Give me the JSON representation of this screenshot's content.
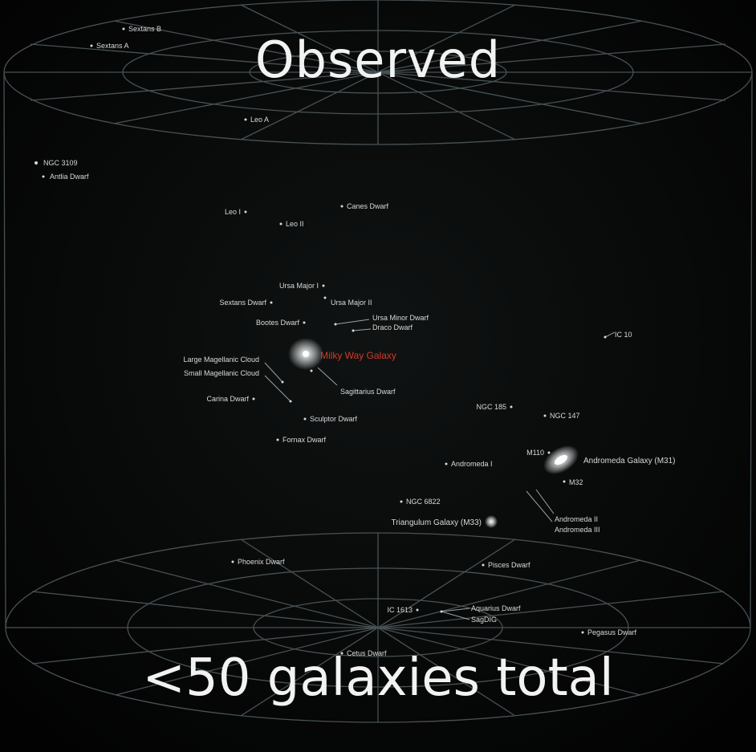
{
  "title": "Observed",
  "footer": "<50 galaxies total",
  "colors": {
    "background": "#030303",
    "grid": "#4f5a5e",
    "label": "#d9d9d9",
    "highlight": "#d23a2a"
  },
  "galaxies": [
    {
      "id": "sextans-b",
      "name": "Sextans B"
    },
    {
      "id": "sextans-a",
      "name": "Sextans A"
    },
    {
      "id": "leo-a",
      "name": "Leo A"
    },
    {
      "id": "ngc-3109",
      "name": "NGC 3109"
    },
    {
      "id": "antlia-dwarf",
      "name": "Antlia Dwarf"
    },
    {
      "id": "leo-i",
      "name": "Leo I"
    },
    {
      "id": "canes-dwarf",
      "name": "Canes Dwarf"
    },
    {
      "id": "leo-ii",
      "name": "Leo II"
    },
    {
      "id": "ursa-major-i",
      "name": "Ursa Major I"
    },
    {
      "id": "sextans-dwarf",
      "name": "Sextans Dwarf"
    },
    {
      "id": "ursa-major-ii",
      "name": "Ursa Major II"
    },
    {
      "id": "bootes-dwarf",
      "name": "Bootes Dwarf"
    },
    {
      "id": "ursa-minor-dwarf",
      "name": "Ursa Minor Dwarf"
    },
    {
      "id": "draco-dwarf",
      "name": "Draco Dwarf"
    },
    {
      "id": "ic-10",
      "name": "IC 10"
    },
    {
      "id": "milky-way",
      "name": "Milky Way Galaxy",
      "highlight": true
    },
    {
      "id": "lmc",
      "name": "Large Magellanic Cloud"
    },
    {
      "id": "smc",
      "name": "Small Magellanic Cloud"
    },
    {
      "id": "sagittarius-dwarf",
      "name": "Sagittarius Dwarf"
    },
    {
      "id": "carina-dwarf",
      "name": "Carina Dwarf"
    },
    {
      "id": "ngc-185",
      "name": "NGC 185"
    },
    {
      "id": "ngc-147",
      "name": "NGC 147"
    },
    {
      "id": "sculptor-dwarf",
      "name": "Sculptor Dwarf"
    },
    {
      "id": "fornax-dwarf",
      "name": "Fornax Dwarf"
    },
    {
      "id": "m110",
      "name": "M110"
    },
    {
      "id": "andromeda-galaxy",
      "name": "Andromeda Galaxy (M31)"
    },
    {
      "id": "andromeda-i",
      "name": "Andromeda I"
    },
    {
      "id": "m32",
      "name": "M32"
    },
    {
      "id": "ngc-6822",
      "name": "NGC 6822"
    },
    {
      "id": "triangulum",
      "name": "Triangulum Galaxy (M33)"
    },
    {
      "id": "andromeda-ii",
      "name": "Andromeda II"
    },
    {
      "id": "andromeda-iii",
      "name": "Andromeda III"
    },
    {
      "id": "phoenix-dwarf",
      "name": "Phoenix Dwarf"
    },
    {
      "id": "pisces-dwarf",
      "name": "Pisces Dwarf"
    },
    {
      "id": "ic-1613",
      "name": "IC 1613"
    },
    {
      "id": "aquarius-dwarf",
      "name": "Aquarius Dwarf"
    },
    {
      "id": "sagdig",
      "name": "SagDIG"
    },
    {
      "id": "pegasus-dwarf",
      "name": "Pegasus Dwarf"
    },
    {
      "id": "cetus-dwarf",
      "name": "Cetus Dwarf"
    }
  ]
}
